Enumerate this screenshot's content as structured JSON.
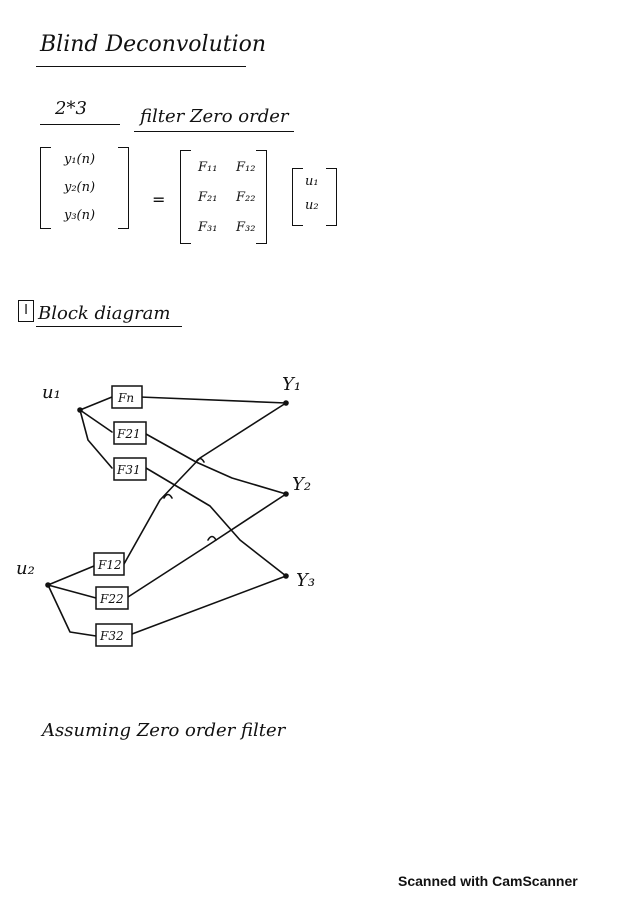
{
  "title": "Blind Deconvolution",
  "subtitle_left": "2*3",
  "subtitle_right": "filter Zero order",
  "equation": {
    "y": [
      "y₁(n)",
      "y₂(n)",
      "y₃(n)"
    ],
    "equals": "=",
    "F": [
      [
        "F₁₁",
        "F₁₂"
      ],
      [
        "F₂₁",
        "F₂₂"
      ],
      [
        "F₃₁",
        "F₃₂"
      ]
    ],
    "u": [
      "u₁",
      "u₂"
    ]
  },
  "section": {
    "number": "I",
    "title": "Block diagram"
  },
  "diagram": {
    "inputs": [
      "u₁",
      "u₂"
    ],
    "outputs": [
      "Y₁",
      "Y₂",
      "Y₃"
    ],
    "filters_u1": [
      "Fn",
      "F21",
      "F31"
    ],
    "filters_u2": [
      "F12",
      "F22",
      "F32"
    ]
  },
  "note": "Assuming Zero order filter",
  "footer": "Scanned with CamScanner"
}
